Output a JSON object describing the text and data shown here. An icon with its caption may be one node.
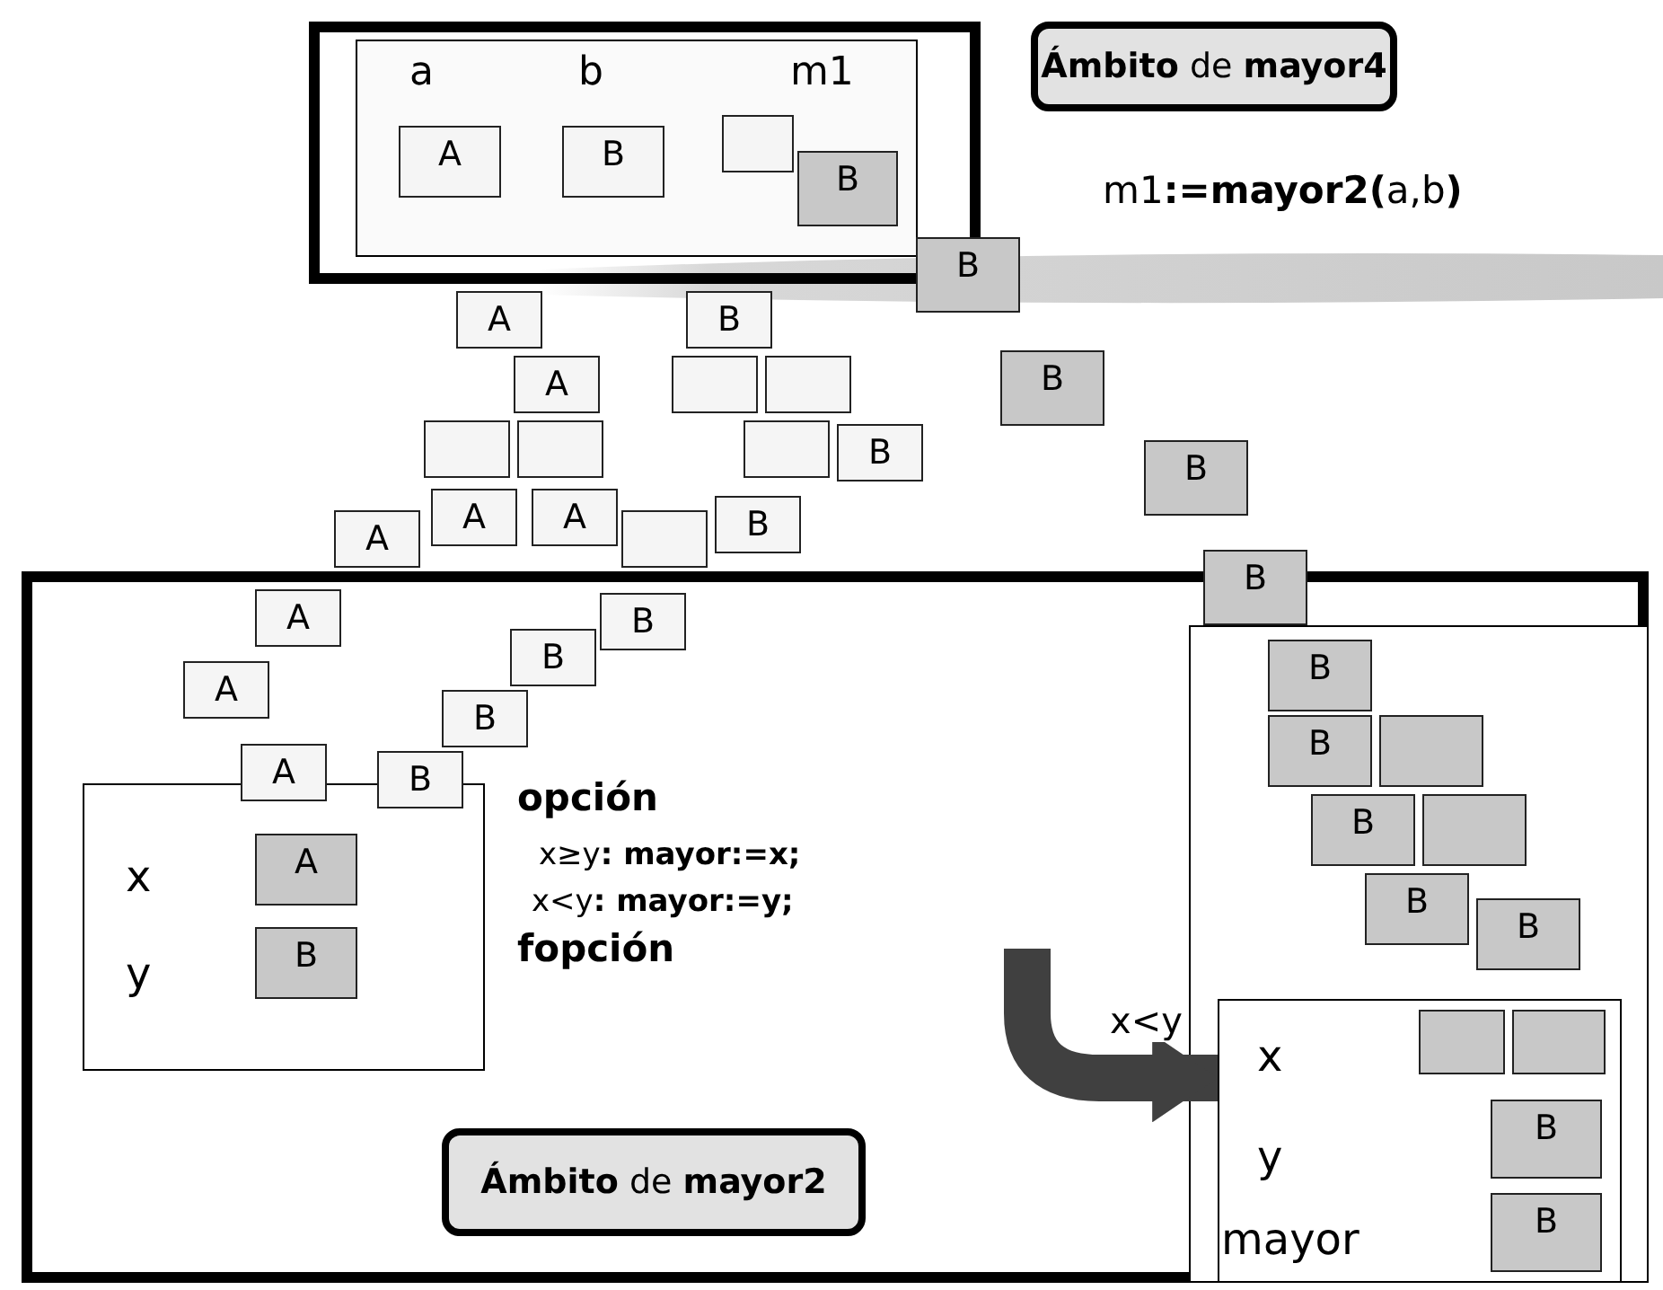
{
  "diagram": {
    "nodes": [
      {
        "text": [],
        "shape": "box"
      },
      {
        "text": [],
        "shape": "box",
        "in": 0
      },
      {
        "text": [
          "A"
        ],
        "in": 1
      },
      {
        "text": [
          "B"
        ],
        "in": 1
      },
      {
        "text": [],
        "shape": "box",
        "in": 1
      },
      {
        "text": [
          "B"
        ],
        "in": 1
      },
      {
        "text": [
          "**Ámbito** de **mayor4**"
        ]
      },
      {
        "text": [
          "A"
        ]
      },
      {
        "text": [
          "A"
        ]
      },
      {
        "text": [],
        "shape": "box"
      },
      {
        "text": [],
        "shape": "box"
      },
      {
        "text": [
          "A"
        ]
      },
      {
        "text": [
          "A"
        ]
      },
      {
        "text": [
          "A"
        ]
      },
      {
        "text": [
          "A"
        ],
        "in": 32
      },
      {
        "text": [
          "A"
        ],
        "in": 32
      },
      {
        "text": [
          "A"
        ],
        "in": 32
      },
      {
        "text": [
          "B"
        ]
      },
      {
        "text": [],
        "shape": "box"
      },
      {
        "text": [],
        "shape": "box"
      },
      {
        "text": [],
        "shape": "box"
      },
      {
        "text": [
          "B"
        ]
      },
      {
        "text": [
          "B"
        ]
      },
      {
        "text": [],
        "shape": "box"
      },
      {
        "text": [
          "B"
        ],
        "in": 32
      },
      {
        "text": [
          "B"
        ],
        "in": 32
      },
      {
        "text": [
          "B"
        ],
        "in": 32
      },
      {
        "text": [
          "B"
        ],
        "in": 32
      },
      {
        "text": [
          "B"
        ]
      },
      {
        "text": [
          "B"
        ]
      },
      {
        "text": [
          "B"
        ]
      },
      {
        "text": [
          "B"
        ]
      },
      {
        "text": [],
        "shape": "box"
      },
      {
        "text": [],
        "shape": "box",
        "in": 32
      },
      {
        "text": [
          "A"
        ],
        "in": 33
      },
      {
        "text": [
          "B"
        ],
        "in": 33
      },
      {
        "text": [
          "**Ámbito** de **mayor2**"
        ],
        "in": 32
      },
      {
        "text": [],
        "shape": "box",
        "in": 32
      },
      {
        "text": [],
        "shape": "box",
        "in": 37
      },
      {
        "text": [
          "B"
        ],
        "in": 37
      },
      {
        "text": [
          "B"
        ],
        "in": 37
      },
      {
        "text": [],
        "shape": "box",
        "in": 37
      },
      {
        "text": [
          "B"
        ],
        "in": 37
      },
      {
        "text": [],
        "shape": "box",
        "in": 37
      },
      {
        "text": [
          "B"
        ],
        "in": 37
      },
      {
        "text": [
          "B"
        ],
        "in": 37
      },
      {
        "text": [],
        "shape": "box",
        "in": 38
      },
      {
        "text": [],
        "shape": "box",
        "in": 38
      },
      {
        "text": [
          "B"
        ],
        "in": 38
      },
      {
        "text": [
          "B"
        ],
        "in": 38
      }
    ],
    "edges": [
      {
        "from": null,
        "to": 38,
        "arrow": "to",
        "label": "x<y"
      }
    ],
    "labels": [
      "a",
      "b",
      "m1",
      "m1**:=mayor2(**a,b**)**",
      "x",
      "y",
      "opción",
      "x≥y**: mayor:=x;**",
      "x<y**: mayor:=y;**",
      "fopción",
      "x",
      "y",
      "mayor"
    ]
  }
}
